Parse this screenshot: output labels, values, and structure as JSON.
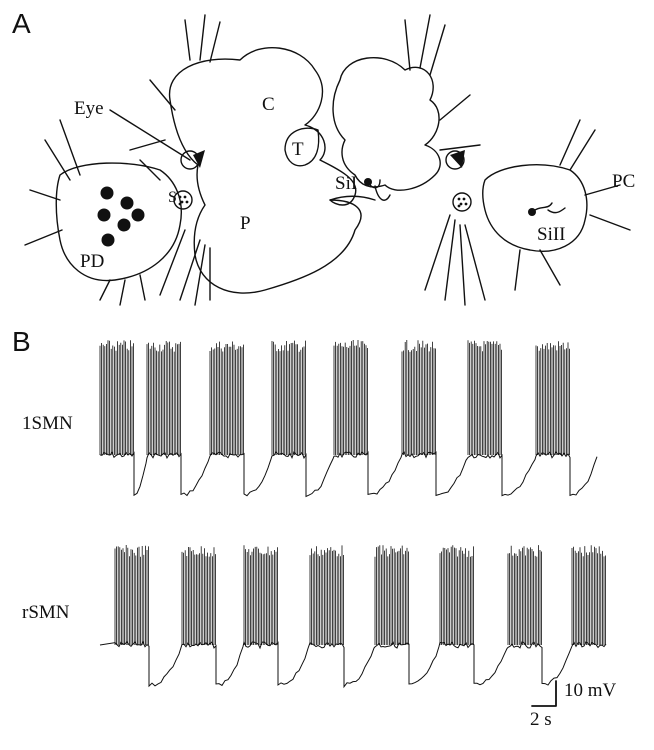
{
  "panels": {
    "a": "A",
    "b": "B"
  },
  "brain_labels": {
    "eye": "Eye",
    "c": "C",
    "t": "T",
    "p": "P",
    "s": "S",
    "pd": "PD",
    "si1": "SiI",
    "si2": "SiII",
    "pc": "PC"
  },
  "traces": [
    {
      "name": "1SMN",
      "bursts": 8
    },
    {
      "name": "rSMN",
      "bursts": 8
    }
  ],
  "scale_bar": {
    "voltage": "10 mV",
    "time": "2 s"
  },
  "colors": {
    "ink": "#111111",
    "background": "#ffffff"
  }
}
